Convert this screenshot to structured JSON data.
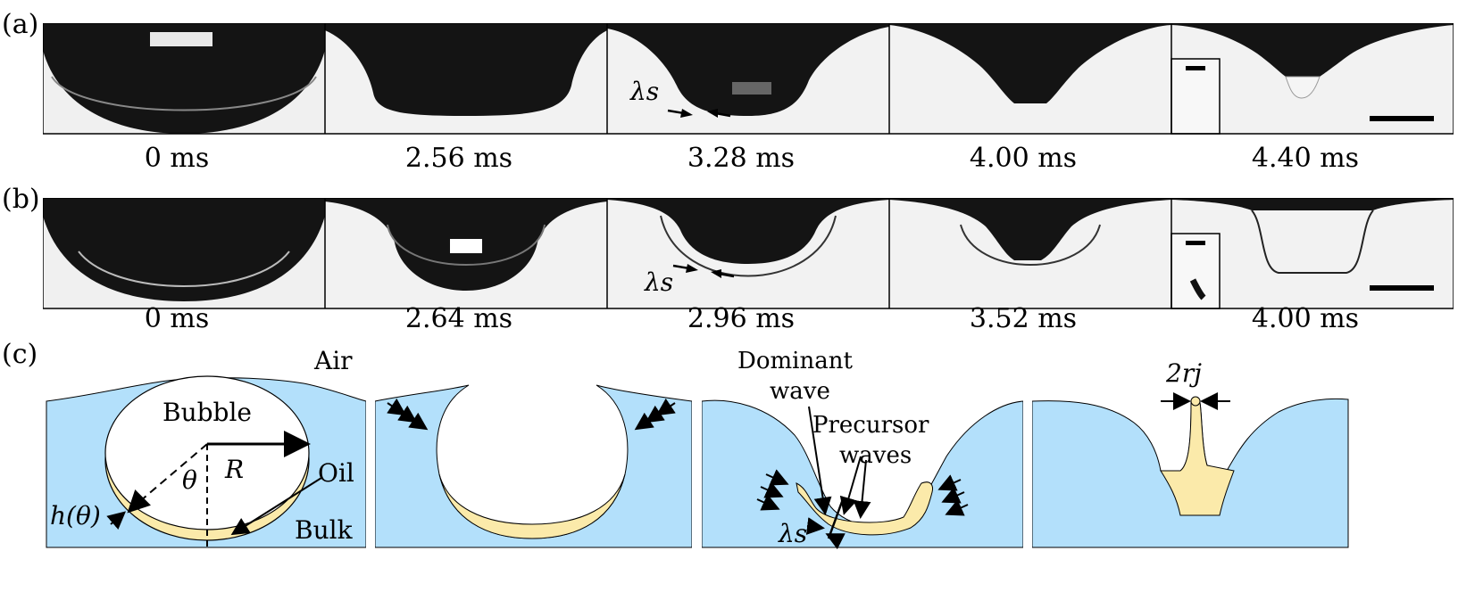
{
  "panels": {
    "a": {
      "label": "(a)",
      "times": [
        "0 ms",
        "2.56 ms",
        "3.28 ms",
        "4.00 ms",
        "4.40 ms"
      ],
      "annotation": "λs"
    },
    "b": {
      "label": "(b)",
      "times": [
        "0 ms",
        "2.64 ms",
        "2.96 ms",
        "3.52 ms",
        "4.00 ms"
      ],
      "annotation": "λs"
    },
    "c": {
      "label": "(c)",
      "labels": {
        "air": "Air",
        "bubble": "Bubble",
        "radius": "R",
        "theta": "θ",
        "thickness": "h(θ)",
        "oil": "Oil",
        "bulk": "Bulk",
        "dominant": "Dominant",
        "wave": "wave",
        "precursor": "Precursor",
        "waves": "waves",
        "lambda": "λs",
        "jet": "2rj"
      }
    }
  },
  "colors": {
    "liquid": "#b3e0fb",
    "oil": "#fbeaaa",
    "dark": "#141414",
    "photo_bg": "#eeeeee"
  }
}
